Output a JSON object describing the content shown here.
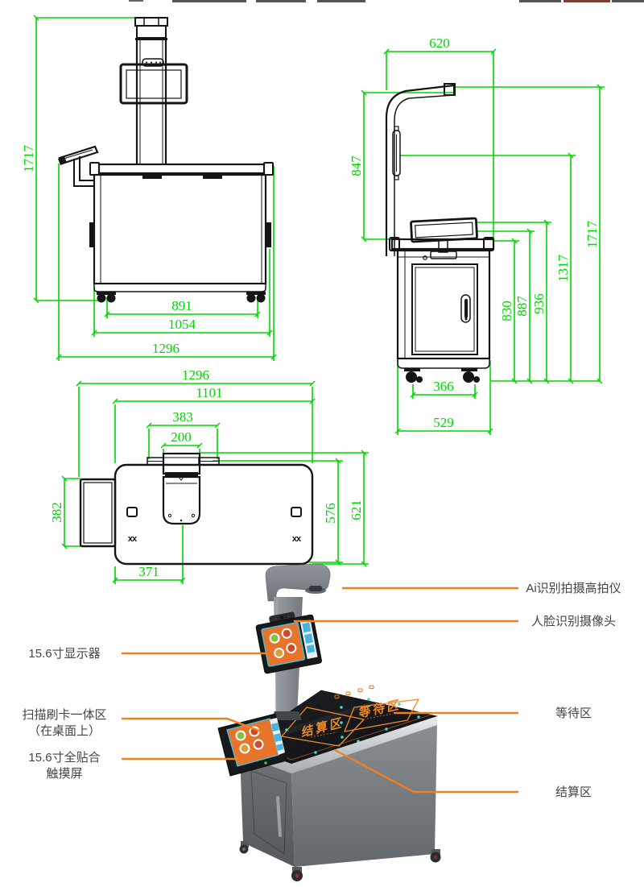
{
  "colors": {
    "dimension_green": "#00d600",
    "cad_line": "#151515",
    "leader_orange": "#ee8120",
    "label_text": "#454545",
    "zone_orange": "#ee8a28",
    "screen_orange": "#e8732a",
    "screen_cyan_border": "#3cc9e8",
    "glass_black": "#141518",
    "cabinet_gray": "#75797e",
    "accent_teal": "#3ad8cd"
  },
  "views": {
    "front": {
      "dims": {
        "total_height": "1717",
        "wheel_span": "891",
        "body_width": "1054",
        "overall_width": "1296"
      }
    },
    "side": {
      "dims": {
        "arm_width": "620",
        "arm_height": "847",
        "tabletop_height": "830",
        "monitor_bottom_height": "887",
        "monitor_top_height": "936",
        "camera_height": "1317",
        "total_height": "1717",
        "wheel_span": "366",
        "base_depth": "529"
      }
    },
    "top": {
      "caster_mark": "xx",
      "dims": {
        "overall_width": "1296",
        "table_width": "1101",
        "bracket_width": "383",
        "scanner_width": "200",
        "monitor_depth": "382",
        "inner_depth": "576",
        "table_depth": "621",
        "scanner_offset": "371"
      }
    }
  },
  "callouts": {
    "right": [
      "Ai识别拍摄高拍仪",
      "人脸识别摄像头",
      "等待区",
      "结算区"
    ],
    "left": {
      "display": "15.6寸显示器",
      "scan_line1": "扫描刷卡一体区",
      "scan_line2": "（在桌面上）",
      "touch_line1": "15.6寸全贴合",
      "touch_line2": "触摸屏"
    }
  },
  "render": {
    "zone_settlement": "结算区",
    "zone_waiting": "等待区"
  }
}
